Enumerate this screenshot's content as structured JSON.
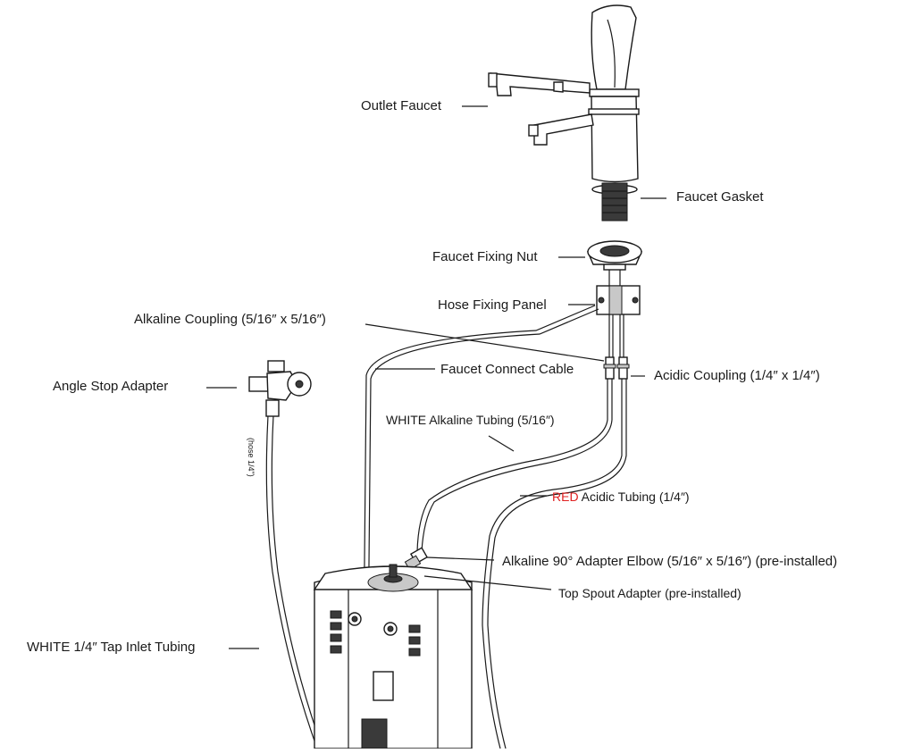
{
  "labels": {
    "outlet_faucet": "Outlet Faucet",
    "faucet_gasket": "Faucet Gasket",
    "faucet_fixing_nut": "Faucet Fixing Nut",
    "hose_fixing_panel": "Hose Fixing Panel",
    "alkaline_coupling": "Alkaline Coupling (5/16″ x 5/16″)",
    "faucet_connect_cable": "Faucet Connect Cable",
    "acidic_coupling": "Acidic Coupling (1/4″ x 1/4″)",
    "angle_stop_adapter": "Angle Stop Adapter",
    "white_alkaline_tubing": "WHITE Alkaline Tubing (5/16″)",
    "red_acidic_tubing_prefix": "RED",
    "red_acidic_tubing_rest": " Acidic Tubing (1/4″)",
    "alkaline_elbow": "Alkaline 90° Adapter Elbow (5/16″ x 5/16″) (pre-installed)",
    "top_spout_adapter": "Top Spout Adapter (pre-installed)",
    "tap_inlet_tubing": "WHITE 1/4″ Tap Inlet Tubing",
    "hose_marking": "(hose 1/4\")"
  },
  "colors": {
    "ink": "#1a1a1a",
    "accent_red": "#e02020",
    "background": "#ffffff"
  }
}
